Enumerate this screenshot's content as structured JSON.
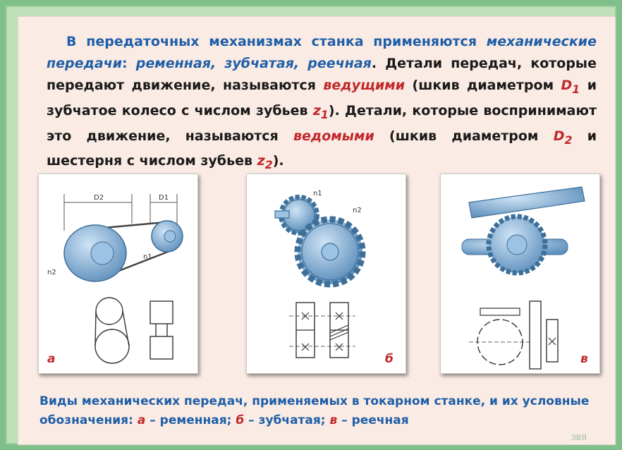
{
  "paragraph": {
    "p1": "В передаточных механизмах станка применяются ",
    "mech": "механические передачи",
    "p2": ": ",
    "types": "ременная, зубчатая, реечная",
    "p3": ". Детали передач, которые передают движение, называются ",
    "driving": "ведущими",
    "p4": " (шкив диаметром ",
    "d1": "D",
    "d1_sub": "1",
    "p5": " и зубчатое колесо с числом зубьев ",
    "z1": "z",
    "z1_sub": "1",
    "p6": "). Детали, которые воспринимают это движение, называются ",
    "driven": "ведомыми",
    "p7": " (шкив диаметром ",
    "d2": "D",
    "d2_sub": "2",
    "p8": " и шестерня с числом зубьев ",
    "z2": "z",
    "z2_sub": "2",
    "p9": ")."
  },
  "panels": [
    {
      "label": "а",
      "marks": [
        "D2",
        "D1",
        "n1",
        "n2"
      ]
    },
    {
      "label": "б",
      "marks": [
        "n1",
        "n2"
      ]
    },
    {
      "label": "в",
      "marks": []
    }
  ],
  "caption": {
    "c1": "Виды механических передач, применяемых в токарном станке, и их условные обозначения: ",
    "a": "а",
    "c2": " – ременная; ",
    "b": "б",
    "c3": " – зубчатая; ",
    "v": "в",
    "c4": " – реечная"
  },
  "author": "ЗВЯ",
  "colors": {
    "accent_blue": "#1f5fa8",
    "accent_red": "#c0282a",
    "background": "#faebe4",
    "frame": "#bfe0b8"
  }
}
